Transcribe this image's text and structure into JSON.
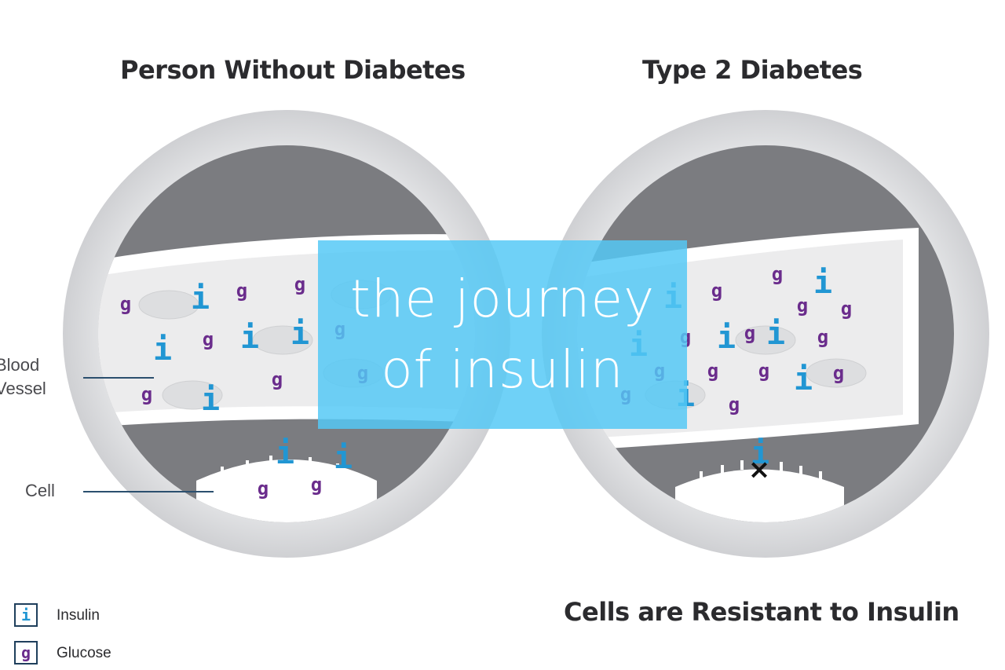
{
  "headings": {
    "left": "Person Without Diabetes",
    "right": "Type 2 Diabetes",
    "bottom_right": "Cells are Resistant to Insulin"
  },
  "labels": {
    "blood_vessel_line1": "Blood",
    "blood_vessel_line2": "Vessel",
    "cell": "Cell"
  },
  "legend": {
    "insulin": {
      "symbol": "i",
      "label": "Insulin"
    },
    "glucose": {
      "symbol": "g",
      "label": "Glucose"
    }
  },
  "overlay": {
    "line1": "the journey",
    "line2": "of insulin"
  },
  "markers": {
    "insulin": "i",
    "glucose": "g",
    "blocked": "×"
  },
  "colors": {
    "insulin": "#2196d3",
    "glucose": "#6a2c8c",
    "ring": "#d9dadc",
    "tissue": "#7b7c80",
    "vessel": "#eeeeef",
    "overlay": "#54c8f5"
  },
  "icons": {
    "insulin": "insulin-icon",
    "glucose": "glucose-icon",
    "blocked": "blocked-x-icon"
  }
}
